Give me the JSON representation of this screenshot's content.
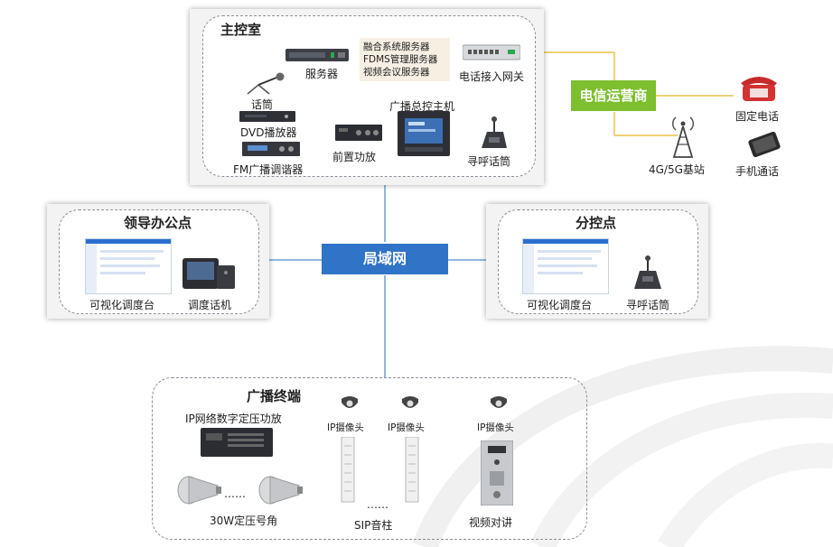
{
  "master_room": {
    "title": "主控室",
    "server_label": "服务器",
    "server_notes": [
      "融合系统服务器",
      "FDMS管理服务器",
      "视频会议服务器"
    ],
    "gateway_label": "电话接入网关",
    "mic_label": "话筒",
    "dvd_label": "DVD播放器",
    "fm_label": "FM广播调谐器",
    "preamp_label": "前置功放",
    "host_label": "广播总控主机",
    "paging_label": "寻呼话筒"
  },
  "carrier": {
    "label": "电信运营商",
    "fixed_phone": "固定电话",
    "base_station": "4G/5G基站",
    "mobile_call": "手机通话"
  },
  "lan": {
    "label": "局域网"
  },
  "leader_office": {
    "title": "领导办公点",
    "console": "可视化调度台",
    "dispatch_phone": "调度话机"
  },
  "sub_control": {
    "title": "分控点",
    "console": "可视化调度台",
    "paging": "寻呼话筒"
  },
  "terminals": {
    "title": "广播终端",
    "amp": "IP网络数字定压功放",
    "camera_1": "IP摄像头",
    "camera_2": "IP摄像头",
    "camera_3": "IP摄像头",
    "horn_dots": "……",
    "horn": "30W定压号角",
    "column_dots": "……",
    "column": "SIP音柱",
    "intercom": "视频对讲"
  },
  "colors": {
    "lan_blue": "#2f74c6",
    "carrier_green": "#7dbf2e",
    "line_blue": "#6b9fd6",
    "line_orange": "#e59a2f",
    "line_yellow": "#e9c24a"
  }
}
